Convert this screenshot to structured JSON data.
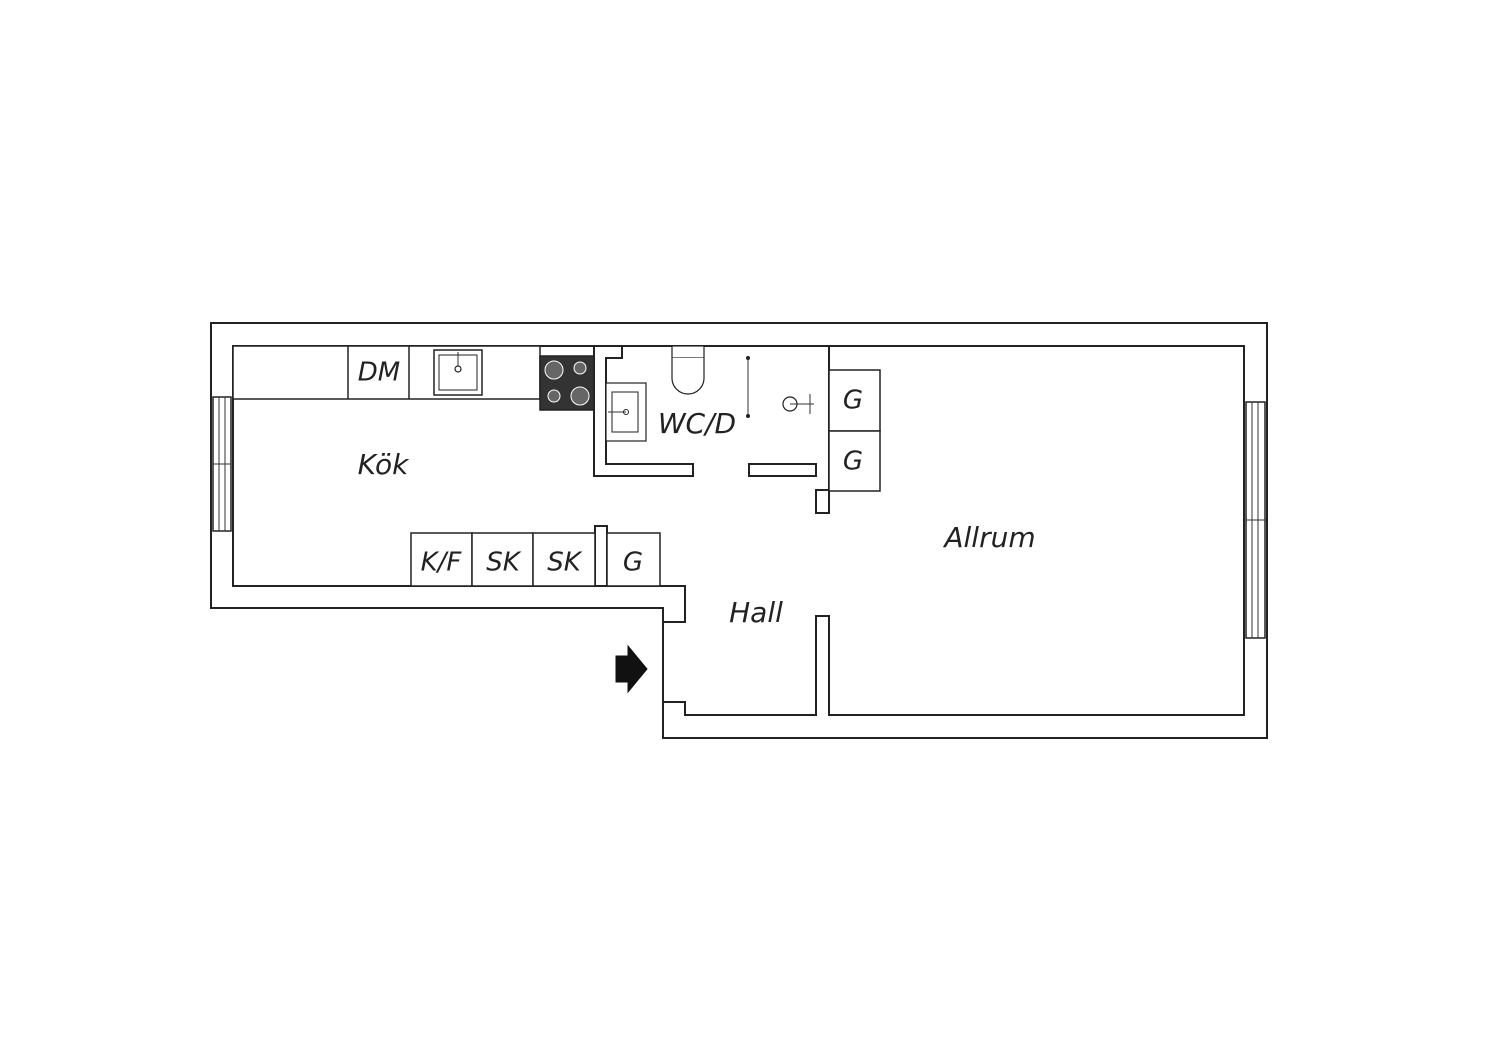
{
  "rooms": {
    "kitchen": "Kök",
    "bathroom": "WC/D",
    "hall": "Hall",
    "living": "Allrum"
  },
  "fixtures": {
    "dishwasher": "DM",
    "fridge_freezer": "K/F",
    "cabinet_1": "SK",
    "cabinet_2": "SK",
    "wardrobe_kitchen": "G",
    "wardrobe_1": "G",
    "wardrobe_2": "G"
  },
  "icons": {
    "entrance": "entrance-arrow-icon",
    "sink": "kitchen-sink-icon",
    "stove": "stove-icon",
    "toilet": "toilet-icon",
    "basin": "wash-basin-icon",
    "shower": "shower-icon"
  },
  "colors": {
    "line": "#222222",
    "stove": "#333333",
    "background": "#ffffff"
  }
}
